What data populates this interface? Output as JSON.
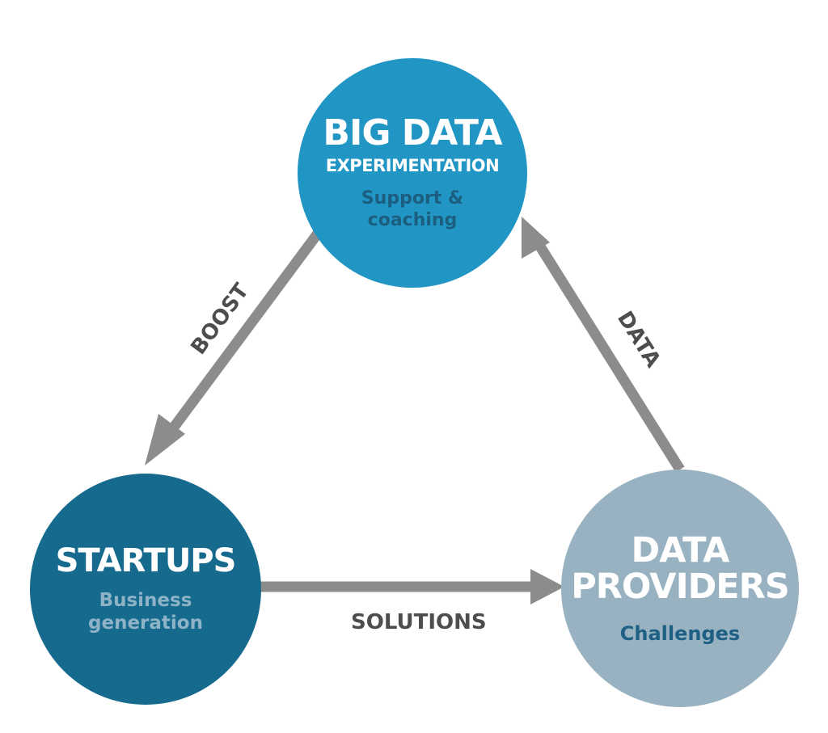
{
  "diagram": {
    "nodes": {
      "big_data": {
        "title": "BIG DATA",
        "subtitle": "EXPERIMENTATION",
        "detail_line1": "Support &",
        "detail_line2": "coaching",
        "color": "#2196c4",
        "title_color": "#ffffff",
        "detail_color": "#1b5e80"
      },
      "startups": {
        "title": "STARTUPS",
        "detail_line1": "Business",
        "detail_line2": "generation",
        "color": "#156a8d",
        "title_color": "#ffffff",
        "detail_color": "#8fb3c6"
      },
      "data_providers": {
        "title_line1": "DATA",
        "title_line2": "PROVIDERS",
        "detail": "Challenges",
        "color": "#98b2c1",
        "title_color": "#ffffff",
        "detail_color": "#1e5f84"
      }
    },
    "edges": {
      "boost": {
        "label": "BOOST",
        "from": "big_data",
        "to": "startups"
      },
      "solutions": {
        "label": "SOLUTIONS",
        "from": "startups",
        "to": "data_providers"
      },
      "data": {
        "label": "DATA",
        "from": "data_providers",
        "to": "big_data"
      }
    },
    "arrow_color": "#8c8c8c",
    "label_color": "#4d4d4d"
  }
}
